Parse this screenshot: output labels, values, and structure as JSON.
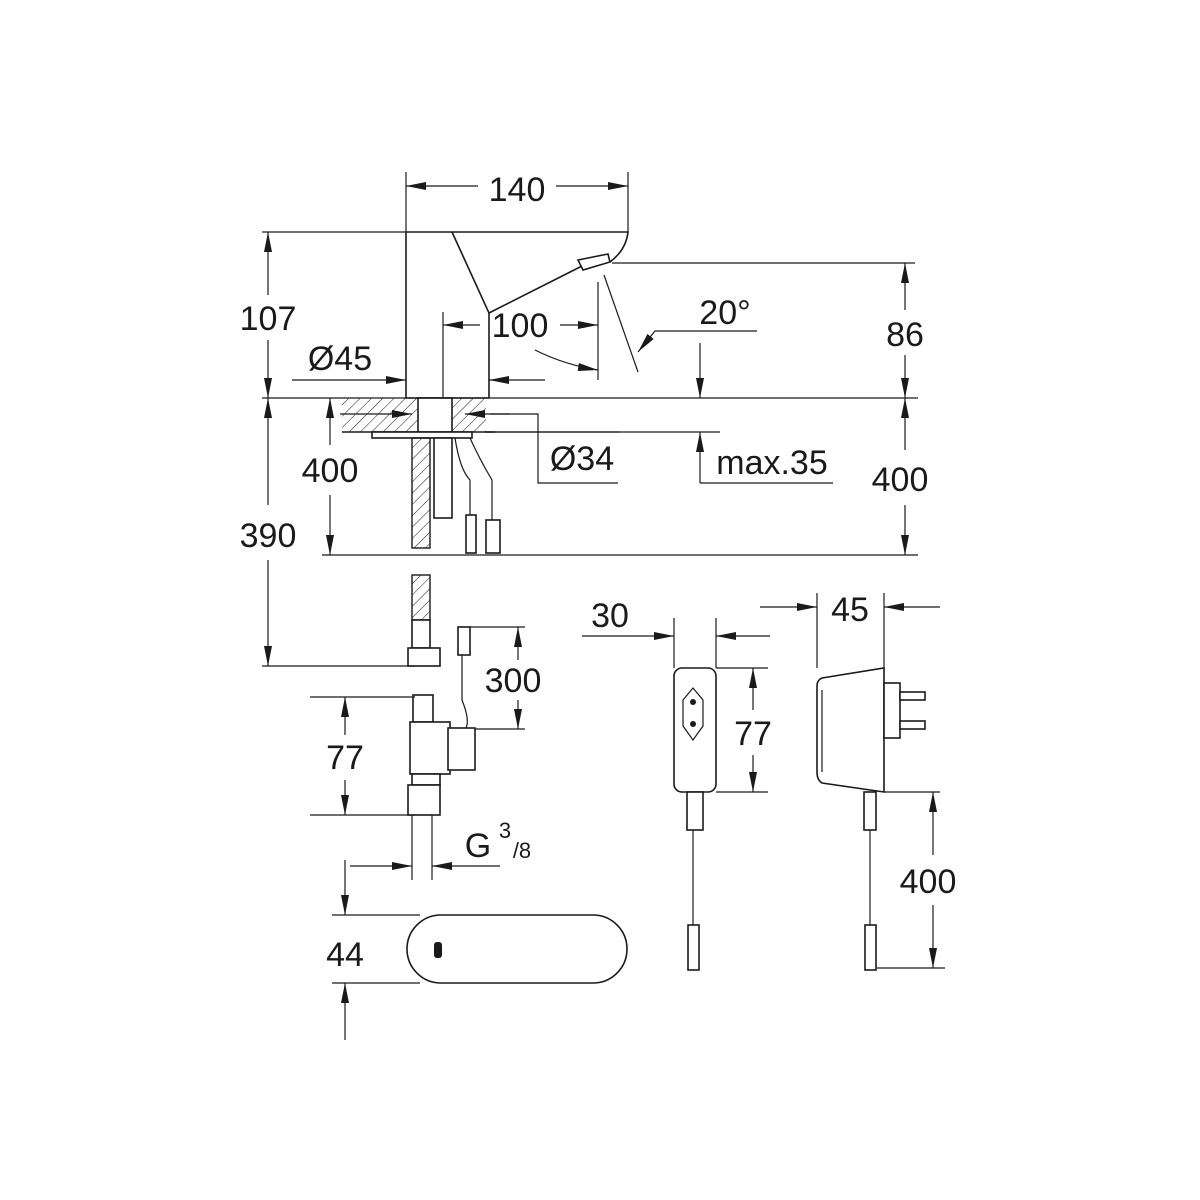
{
  "drawing": {
    "dimensions": {
      "width_total": "140",
      "height_total": "107",
      "spout_height": "86",
      "spout_reach": "100",
      "base_diameter": "Ø45",
      "spray_angle": "20°",
      "hole_diameter": "Ø34",
      "max_thickness": "max.35",
      "hose_length_left": "400",
      "hose_length_right": "400",
      "supply_length": "390",
      "cable_length": "300",
      "valve_height": "77",
      "thread_prefix": "G",
      "thread_num": "3",
      "thread_den": "/8",
      "sensor_height": "44",
      "psu_width_front": "30",
      "psu_height": "77",
      "psu_depth": "45",
      "psu_cable_length": "400"
    }
  }
}
